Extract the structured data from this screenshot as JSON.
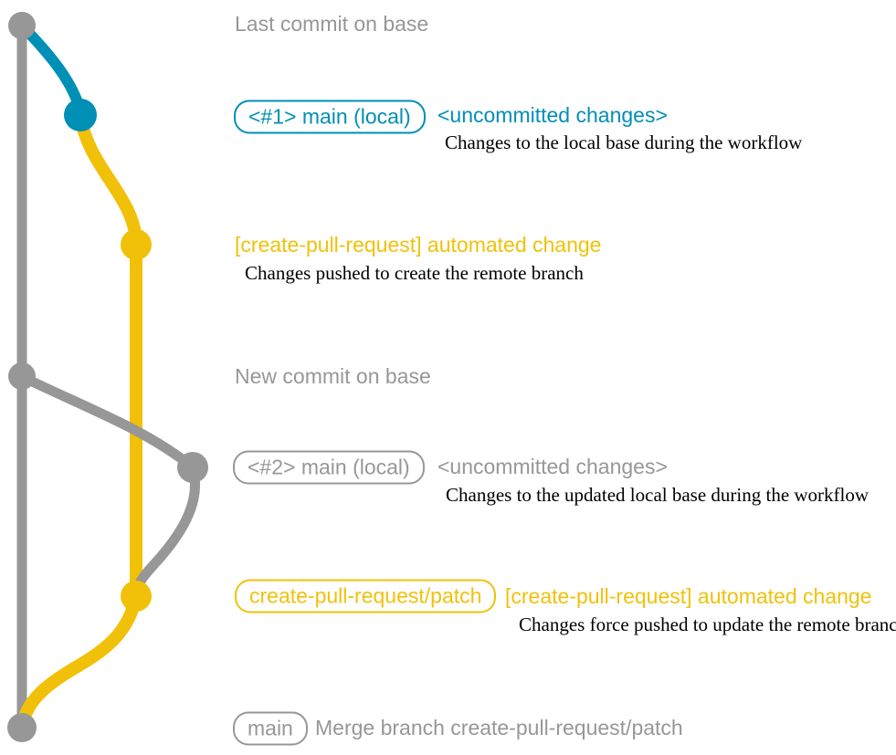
{
  "colors": {
    "gray": "#979797",
    "blue": "#008fb5",
    "yellow": "#f1c109",
    "ink": "#000000",
    "bg": "#ffffff"
  },
  "rows": [
    {
      "type": "commit-label",
      "node_color": "gray",
      "text": "Last commit on base"
    },
    {
      "type": "labeled-commit",
      "node_color": "blue",
      "badge": "<#1> main (local)",
      "message": "<uncommitted changes>",
      "detail": "Changes to the local base during the workflow"
    },
    {
      "type": "commit-message",
      "node_color": "yellow",
      "message": "[create-pull-request] automated change",
      "detail": "Changes pushed to create the remote branch"
    },
    {
      "type": "commit-label",
      "node_color": "gray",
      "text": "New commit on base"
    },
    {
      "type": "labeled-commit",
      "node_color": "gray",
      "badge": "<#2> main (local)",
      "message": "<uncommitted changes>",
      "detail": "Changes to the updated local base during the workflow"
    },
    {
      "type": "labeled-commit",
      "node_color": "yellow",
      "badge": "create-pull-request/patch",
      "message": "[create-pull-request] automated change",
      "detail": "Changes force pushed to update the remote branch"
    },
    {
      "type": "labeled-commit",
      "node_color": "gray",
      "badge": "main",
      "message": "Merge branch create-pull-request/patch"
    }
  ],
  "icons": {
    "commit_dot": "filled-circle"
  }
}
